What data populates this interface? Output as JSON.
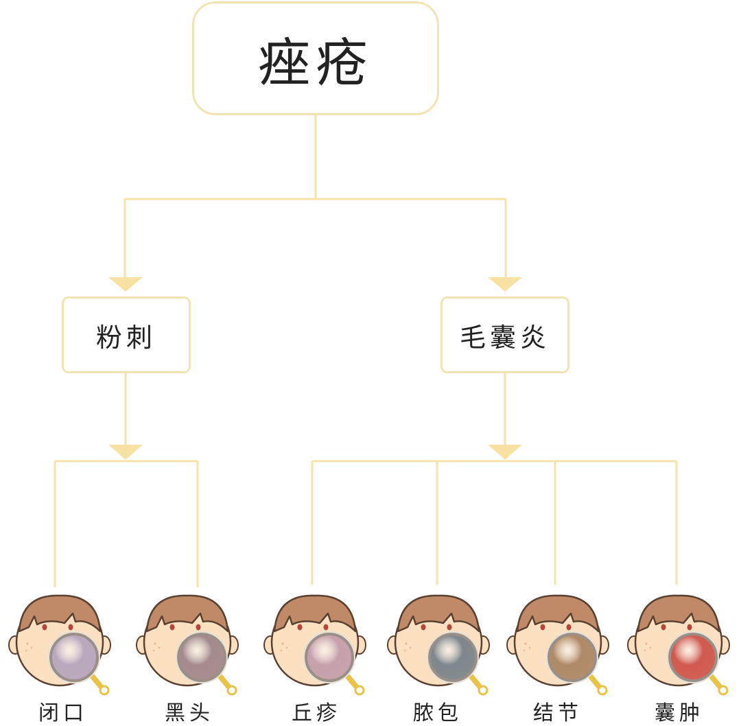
{
  "diagram": {
    "root": {
      "label": "痤疮"
    },
    "branches": [
      {
        "label": "粉刺",
        "children": [
          {
            "label": "闭口",
            "lens_color": "#b9a7bd"
          },
          {
            "label": "黑头",
            "lens_color": "#a58a8d"
          }
        ]
      },
      {
        "label": "毛囊炎",
        "children": [
          {
            "label": "丘疹",
            "lens_color": "#c6a1ad"
          },
          {
            "label": "脓包",
            "lens_color": "#7f878d"
          },
          {
            "label": "结节",
            "lens_color": "#b08a67"
          },
          {
            "label": "囊肿",
            "lens_color": "#d05a50"
          }
        ]
      }
    ],
    "colors": {
      "connector": "#f5e3aa",
      "box_border": "#f4e3b2",
      "face_skin": "#fbe0c2",
      "face_outline": "#5a4030",
      "hair": "#c08a69",
      "lens_handle": "#e9c24a"
    }
  }
}
